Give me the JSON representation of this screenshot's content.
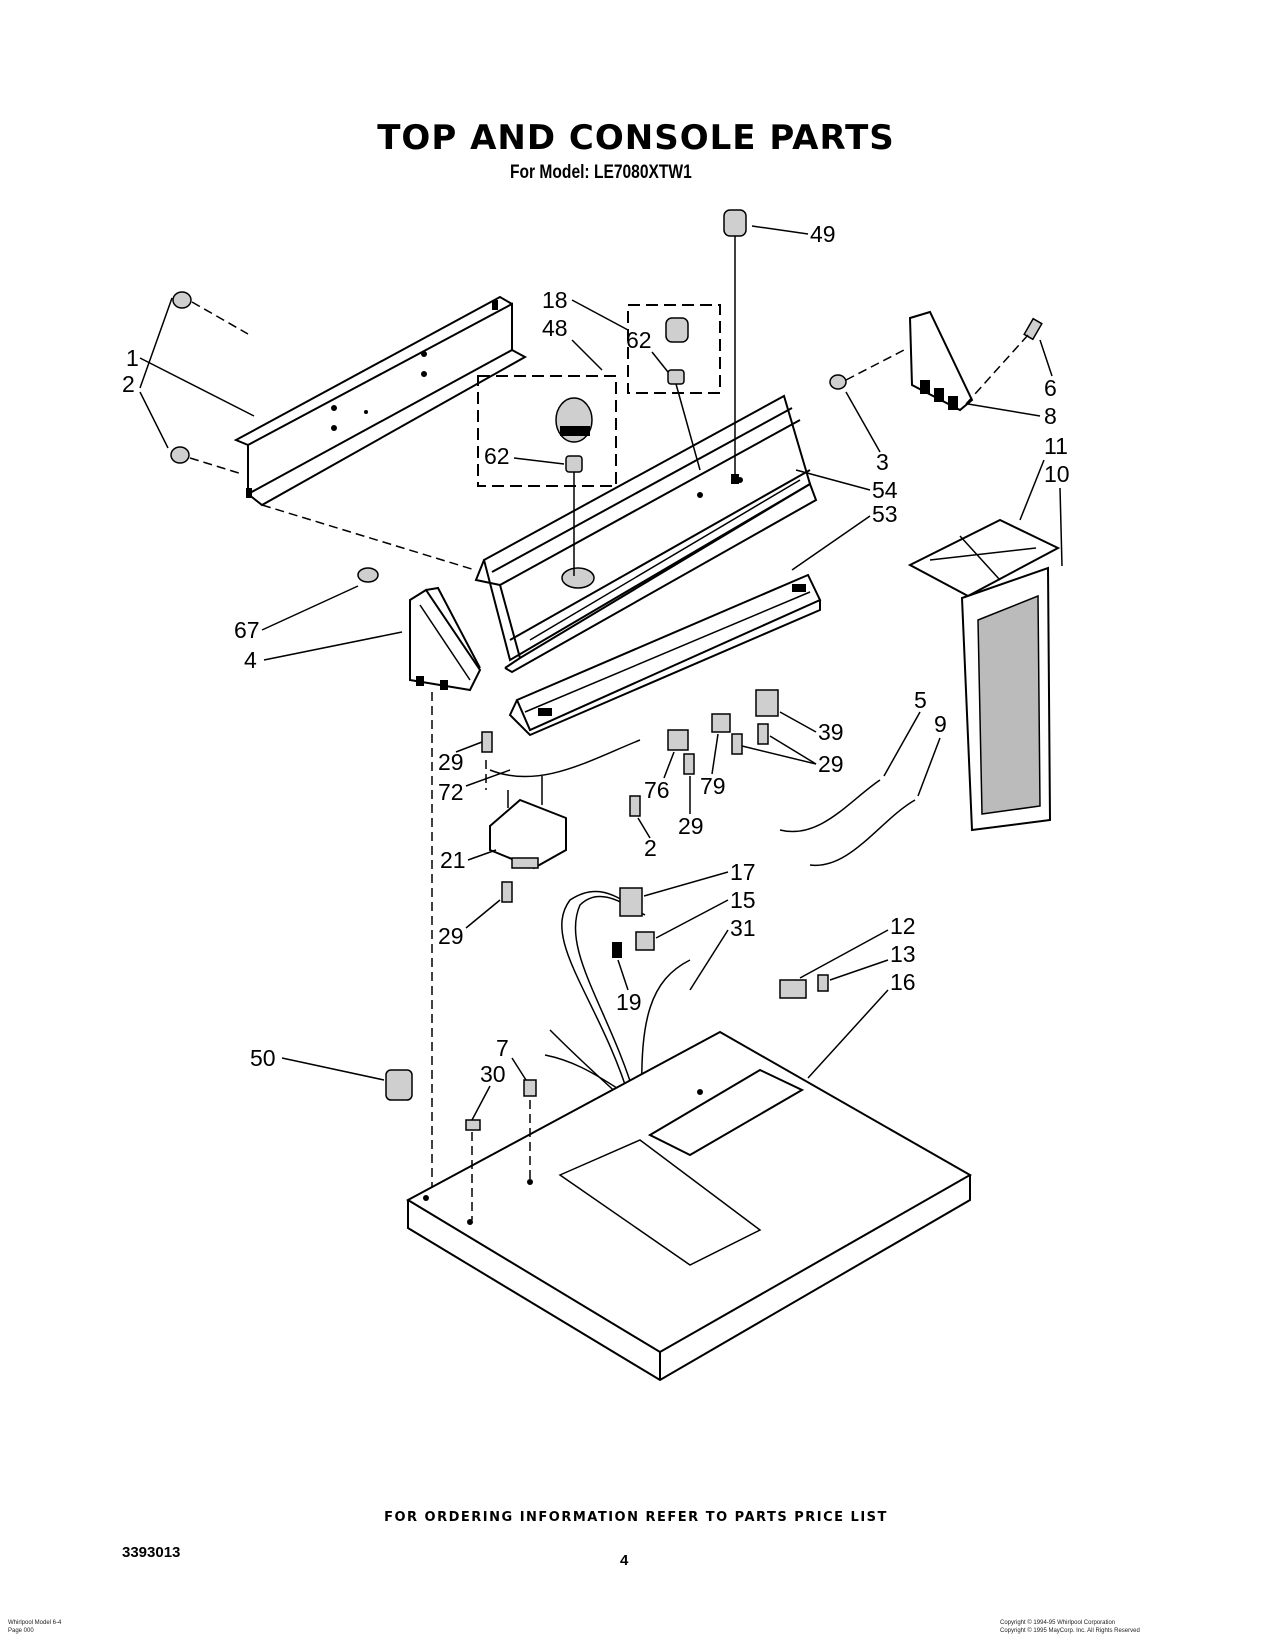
{
  "header": {
    "title": "TOP AND CONSOLE PARTS",
    "subtitle": "For Model: LE7080XTW1"
  },
  "footer": {
    "ordering_note": "FOR ORDERING INFORMATION REFER TO PARTS PRICE LIST",
    "document_number": "3393013",
    "page_number": "4",
    "left_fine_print": [
      "Whirlpool Model 6-4",
      "Page 000"
    ],
    "right_fine_print": [
      "Copyright © 1994-95 Whirlpool Corporation",
      "Copyright © 1995 MayCorp. Inc. All Rights Reserved"
    ]
  },
  "callouts": [
    "1",
    "2",
    "4",
    "67",
    "29",
    "72",
    "21",
    "29",
    "50",
    "49",
    "18",
    "48",
    "62",
    "62",
    "76",
    "29",
    "79",
    "2",
    "17",
    "15",
    "31",
    "19",
    "7",
    "30",
    "6",
    "3",
    "8",
    "11",
    "10",
    "54",
    "53",
    "39",
    "29",
    "5",
    "9",
    "12",
    "13",
    "16"
  ]
}
